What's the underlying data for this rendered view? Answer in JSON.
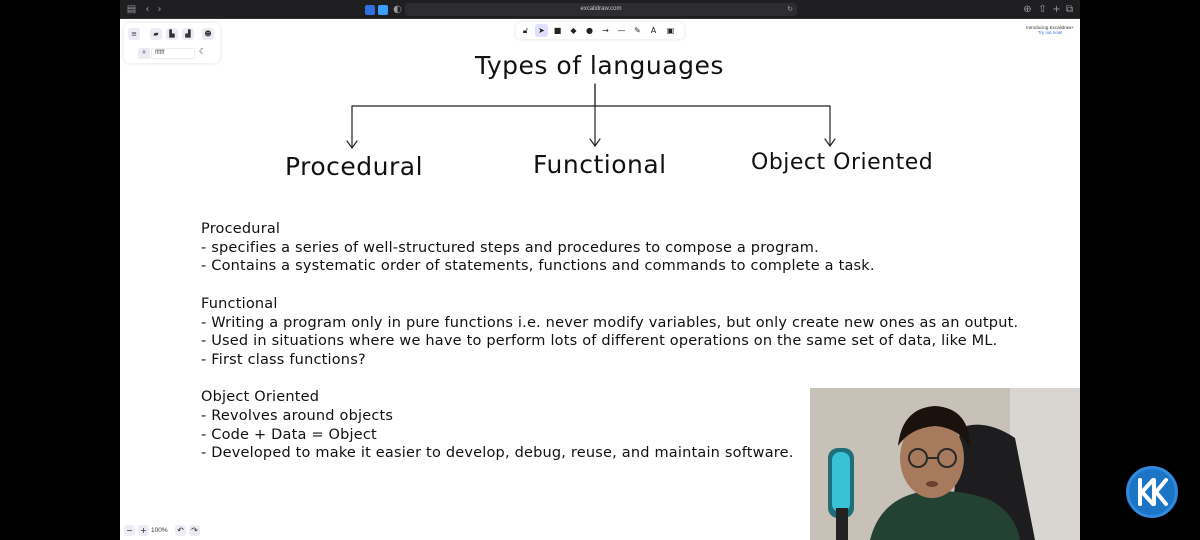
{
  "browser": {
    "url": "excalidraw.com"
  },
  "excalidraw": {
    "canvas_background": "ffffff",
    "toolbar_tools": [
      "lock-icon",
      "selection-icon",
      "rectangle-icon",
      "diamond-icon",
      "ellipse-icon",
      "arrow-icon",
      "line-icon",
      "draw-icon",
      "text-icon",
      "image-icon"
    ],
    "intro": {
      "title": "Introducing Excalidraw+",
      "link": "Try out now!"
    },
    "zoom": "100%"
  },
  "diagram": {
    "title": "Types of languages",
    "nodes": [
      "Procedural",
      "Functional",
      "Object Oriented"
    ]
  },
  "notes": {
    "sections": [
      {
        "heading": "Procedural",
        "bullets": [
          "- specifies a series of well-structured steps and procedures to compose a program.",
          "- Contains a systematic order of statements, functions and commands to complete a task."
        ]
      },
      {
        "heading": "Functional",
        "bullets": [
          "- Writing a program only in pure functions i.e. never modify variables, but only create new ones as an output.",
          "- Used in situations where we have to perform lots of different operations on the same set of data, like ML.",
          "- First class functions?"
        ]
      },
      {
        "heading": "Object Oriented",
        "bullets": [
          "- Revolves around objects",
          "- Code + Data = Object",
          "- Developed to make it easier to develop, debug, reuse, and maintain software."
        ]
      }
    ]
  },
  "colors": {
    "accent": "#6965db",
    "logo": "#1c74c4"
  }
}
